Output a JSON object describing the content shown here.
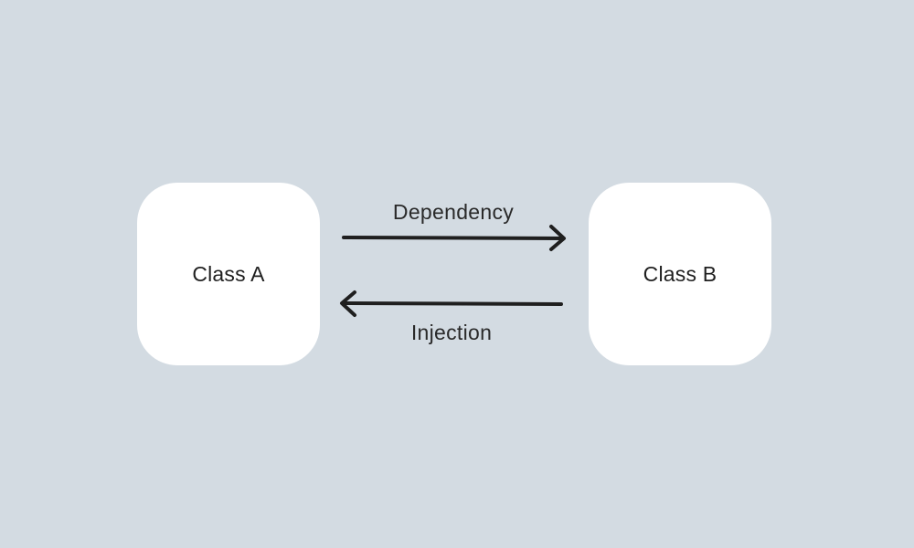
{
  "diagram": {
    "nodes": {
      "class_a": "Class A",
      "class_b": "Class B"
    },
    "edges": {
      "dependency": "Dependency",
      "injection": "Injection"
    }
  },
  "colors": {
    "background": "#d3dbe2",
    "node_fill": "#ffffff",
    "arrow": "#1f1f1f"
  }
}
